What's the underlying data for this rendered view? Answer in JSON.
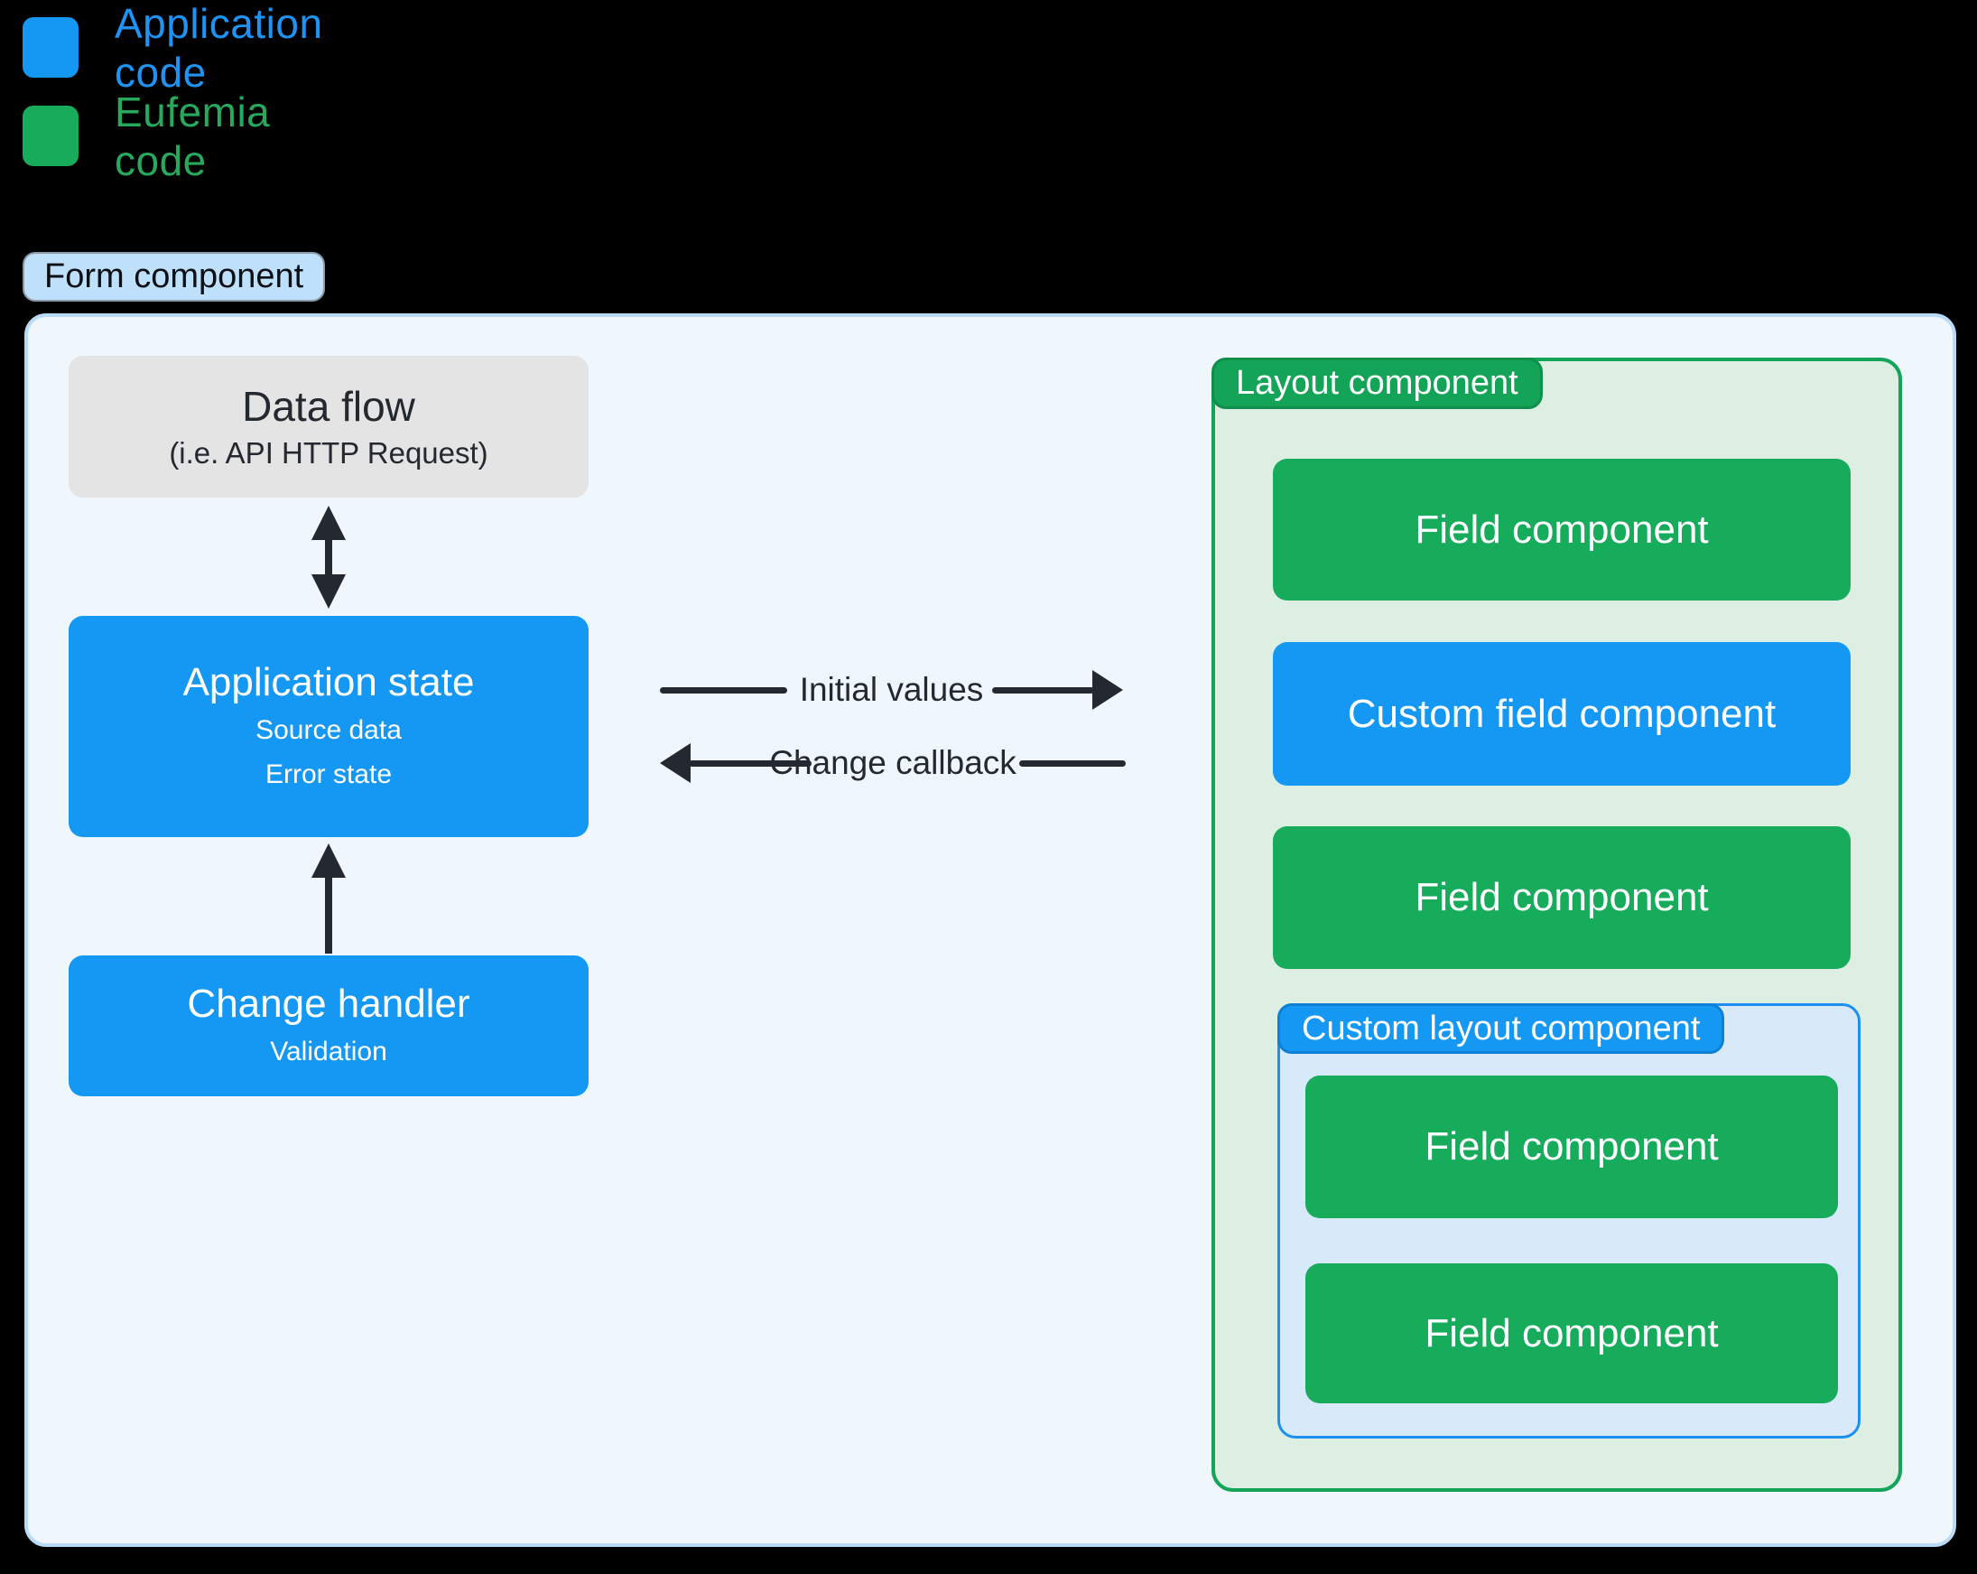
{
  "colors": {
    "application_blue": "#1598F3",
    "legend_blue_text": "#1E93F4",
    "eufemia_green": "#17AB5C",
    "legend_green_text": "#27A85C",
    "green_border": "#14A457",
    "blue_border": "#1E8FF2",
    "form_bg": "#EFF7FD",
    "form_border": "#B9DBF7",
    "form_badge_bg": "#BEE0FB",
    "layout_bg": "#DDEFE3",
    "custom_layout_bg": "#D8E9FA",
    "gray_box": "#E5E4E4",
    "dark_text": "#23292F"
  },
  "legend": {
    "items": [
      {
        "label": "Application code"
      },
      {
        "label": "Eufemia code"
      }
    ]
  },
  "form": {
    "badge": "Form component"
  },
  "flow": {
    "data_flow": {
      "title": "Data flow",
      "subtitle": "(i.e. API HTTP Request)"
    },
    "application_state": {
      "title": "Application state",
      "line1": "Source data",
      "line2": "Error state"
    },
    "change_handler": {
      "title": "Change handler",
      "subtitle": "Validation"
    }
  },
  "arrows": {
    "initial_values": "Initial values",
    "change_callback": "Change callback"
  },
  "layout": {
    "badge": "Layout component",
    "fields": [
      {
        "label": "Field component"
      },
      {
        "label": "Custom field component"
      },
      {
        "label": "Field component"
      }
    ],
    "custom_layout": {
      "badge": "Custom layout component",
      "fields": [
        {
          "label": "Field component"
        },
        {
          "label": "Field component"
        }
      ]
    }
  }
}
